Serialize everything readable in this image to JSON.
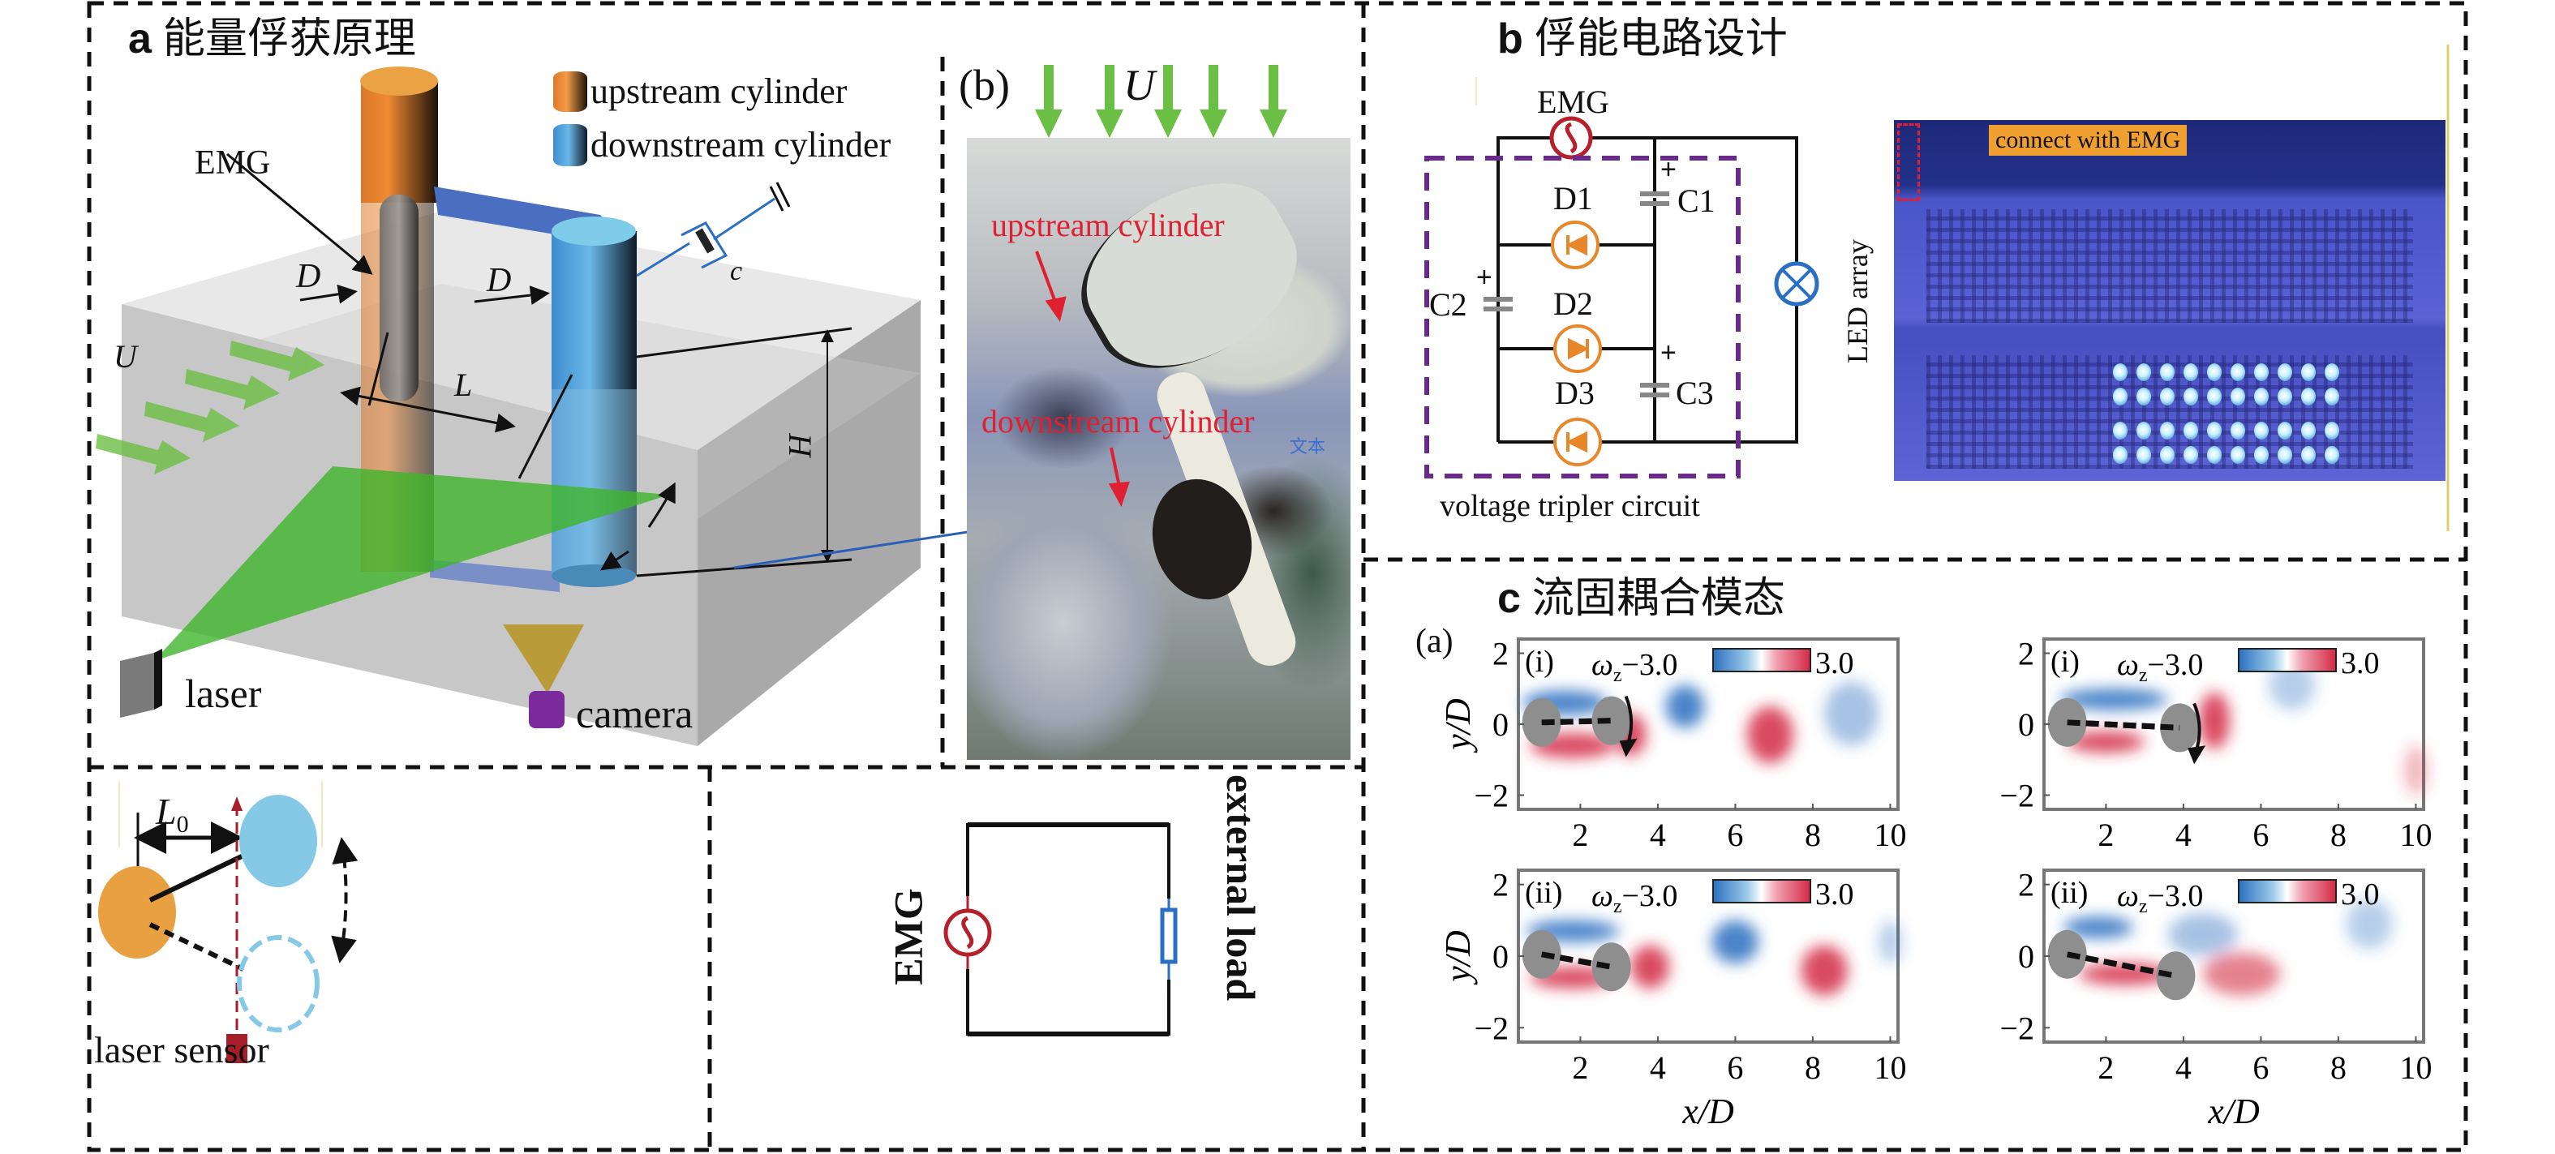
{
  "figure": {
    "panel_a": {
      "letter": "a",
      "title": "能量俘获原理",
      "legend": [
        {
          "label": "upstream cylinder",
          "color": "#e8903a"
        },
        {
          "label": "downstream cylinder",
          "color": "#4a9bd6"
        }
      ],
      "labels": {
        "emg": "EMG",
        "d1": "D",
        "d2": "D",
        "u": "U",
        "l": "L",
        "h": "H",
        "c": "c",
        "laser": "laser",
        "camera": "camera"
      },
      "photo": {
        "label": "(b)",
        "flow_label": "U",
        "upstream_label": "upstream cylinder",
        "downstream_label": "downstream cylinder",
        "stray_text": "文本"
      },
      "sensor_diagram": {
        "l0_label": "L",
        "l0_sub": "0",
        "sensor_label": "laser sensor"
      },
      "load_circuit": {
        "emg_label": "EMG",
        "load_label": "external load"
      }
    },
    "panel_b": {
      "letter": "b",
      "title": "俘能电路设计",
      "circuit": {
        "emg_label": "EMG",
        "components": [
          "D1",
          "D2",
          "D3",
          "C1",
          "C2",
          "C3"
        ],
        "plus": "+",
        "led_label": "LED array",
        "tripler_label": "voltage tripler circuit"
      },
      "photo": {
        "callout": "connect with EMG"
      }
    },
    "panel_c": {
      "letter": "c",
      "title": "流固耦合模态",
      "group_label": "(a)",
      "colorbar": {
        "symbol": "ω",
        "sub": "z",
        "min": "−3.0",
        "max": "3.0"
      },
      "xlabel": "x/D",
      "ylabel": "y/D",
      "xticks": [
        "2",
        "4",
        "6",
        "8",
        "10"
      ],
      "yticks": [
        "2",
        "0",
        "−2"
      ],
      "subplots": [
        {
          "tag": "(i)",
          "col": 0,
          "row": 0,
          "downstream_x": 2.8,
          "downstream_y": 0.1
        },
        {
          "tag": "(i)",
          "col": 1,
          "row": 0,
          "downstream_x": 3.9,
          "downstream_y": -0.1
        },
        {
          "tag": "(ii)",
          "col": 0,
          "row": 1,
          "downstream_x": 2.8,
          "downstream_y": -0.3
        },
        {
          "tag": "(ii)",
          "col": 1,
          "row": 1,
          "downstream_x": 3.8,
          "downstream_y": -0.55
        }
      ]
    },
    "colors": {
      "upstream": "#e8903a",
      "downstream": "#4a9bd6",
      "flow_arrow": "#6cbf45",
      "laser_sheet": "#3fb52a",
      "emg_red": "#b5202a",
      "diode_orange": "#e8872a",
      "tripler_purple": "#6a2a8a",
      "led_blue": "#2a6fc4",
      "vort_pos": "#d42a45",
      "vort_neg": "#2a6fc0",
      "camera_purple": "#7a2a9a",
      "sensor_red": "#a61e28"
    }
  }
}
